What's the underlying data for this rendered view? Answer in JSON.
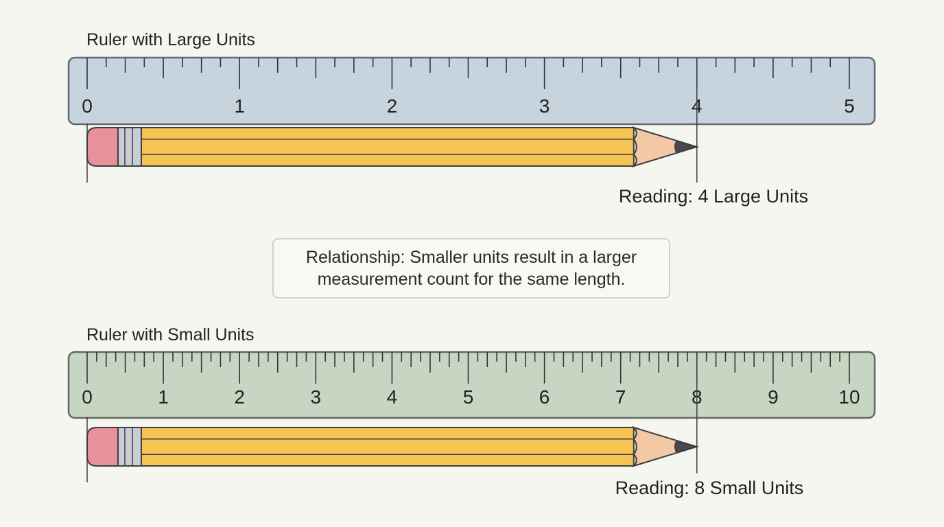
{
  "rulers": [
    {
      "id": "large",
      "title": "Ruler with Large Units",
      "units": 5,
      "minor_per_unit": 8,
      "pencil_length_units": 4,
      "labels": [
        "0",
        "1",
        "2",
        "3",
        "4",
        "5"
      ],
      "reading": "Reading: 4 Large Units",
      "fill": "#c7d3dd",
      "stroke": "#5d6a75"
    },
    {
      "id": "small",
      "title": "Ruler with Small Units",
      "units": 10,
      "minor_per_unit": 8,
      "pencil_length_units": 8,
      "labels": [
        "0",
        "1",
        "2",
        "3",
        "4",
        "5",
        "6",
        "7",
        "8",
        "9",
        "10"
      ],
      "reading": "Reading: 8 Small Units",
      "fill": "#c6d6c3",
      "stroke": "#5e6b5c"
    }
  ],
  "relationship": {
    "line1": "Relationship: Smaller units result in a larger",
    "line2": "measurement count for the same length."
  },
  "colors": {
    "pencil_body": "#f6c453",
    "pencil_eraser": "#e9919b",
    "pencil_ferrule": "#c9cdd4",
    "pencil_wood": "#f3c9a5",
    "pencil_lead": "#4a4a4a",
    "outline": "#3b3f44"
  }
}
